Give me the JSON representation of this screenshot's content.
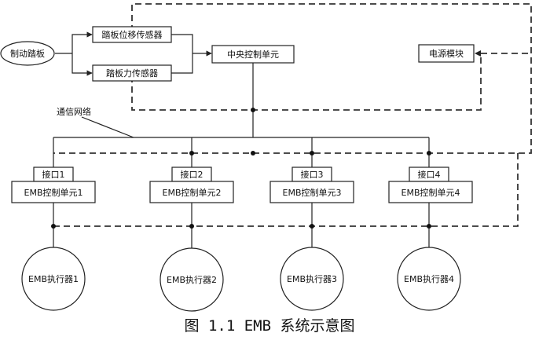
{
  "diagram": {
    "brake_pedal": "制动踏板",
    "pedal_position_sensor": "踏板位移传感器",
    "pedal_force_sensor": "踏板力传感器",
    "central_control_unit": "中央控制单元",
    "power_module": "电源模块",
    "comm_network": "通信网络",
    "interfaces": [
      "接口1",
      "接口2",
      "接口3",
      "接口4"
    ],
    "control_units": [
      "EMB控制单元1",
      "EMB控制单元2",
      "EMB控制单元3",
      "EMB控制单元4"
    ],
    "actuators": [
      "EMB执行器1",
      "EMB执行器2",
      "EMB执行器3",
      "EMB执行器4"
    ]
  },
  "caption": "图 1.1 EMB 系统示意图"
}
